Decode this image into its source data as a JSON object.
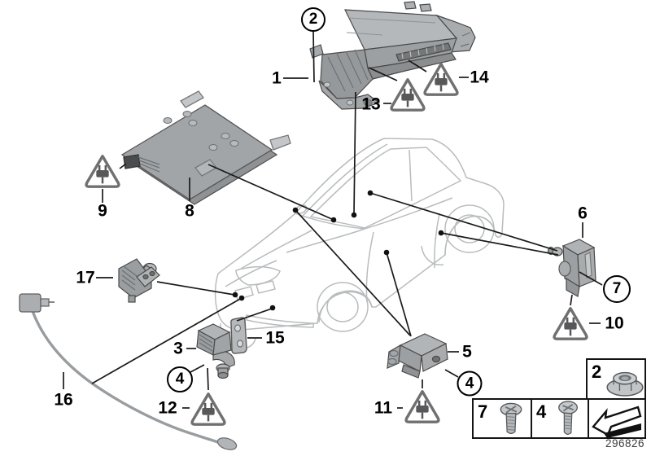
{
  "drawing_number": "296826",
  "labels": {
    "l1": "1",
    "l2": "2",
    "l3": "3",
    "l4": "4",
    "l5": "5",
    "l6": "6",
    "l7": "7",
    "l8": "8",
    "l9": "9",
    "l10": "10",
    "l11": "11",
    "l12": "12",
    "l13": "13",
    "l14": "14",
    "l15": "15",
    "l16": "16",
    "l17": "17"
  },
  "fastener_box": {
    "nut_label": "2",
    "flat_screw_label": "7",
    "pan_screw_label": "4"
  },
  "icons": {
    "warning": "plug-warning-triangle-icon",
    "direction": "direction-of-travel-arrow-icon"
  },
  "colors": {
    "leader": "#1a1a1a",
    "car_outline": "#b9bcbe",
    "part_fill_light": "#b4b7b9",
    "part_fill_mid": "#9da0a2",
    "triangle_stroke": "#707070"
  }
}
